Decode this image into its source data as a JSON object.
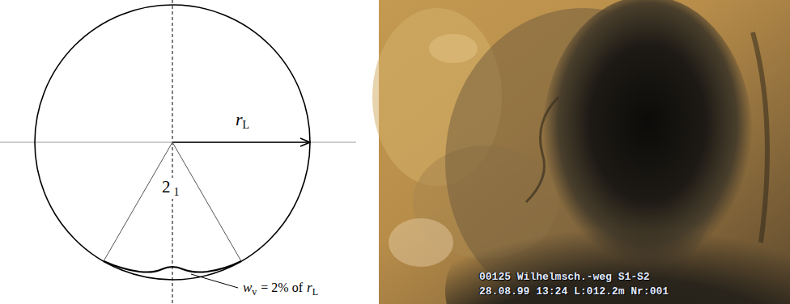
{
  "diagram": {
    "labels": [
      "r",
      "L",
      "2",
      "1",
      "w",
      "v",
      "= 2% of",
      "r",
      "L",
      "00125 Wilhelmsch.-weg S1-S2",
      "28.08.99 13:24 L:012.2m Nr:001"
    ]
  }
}
